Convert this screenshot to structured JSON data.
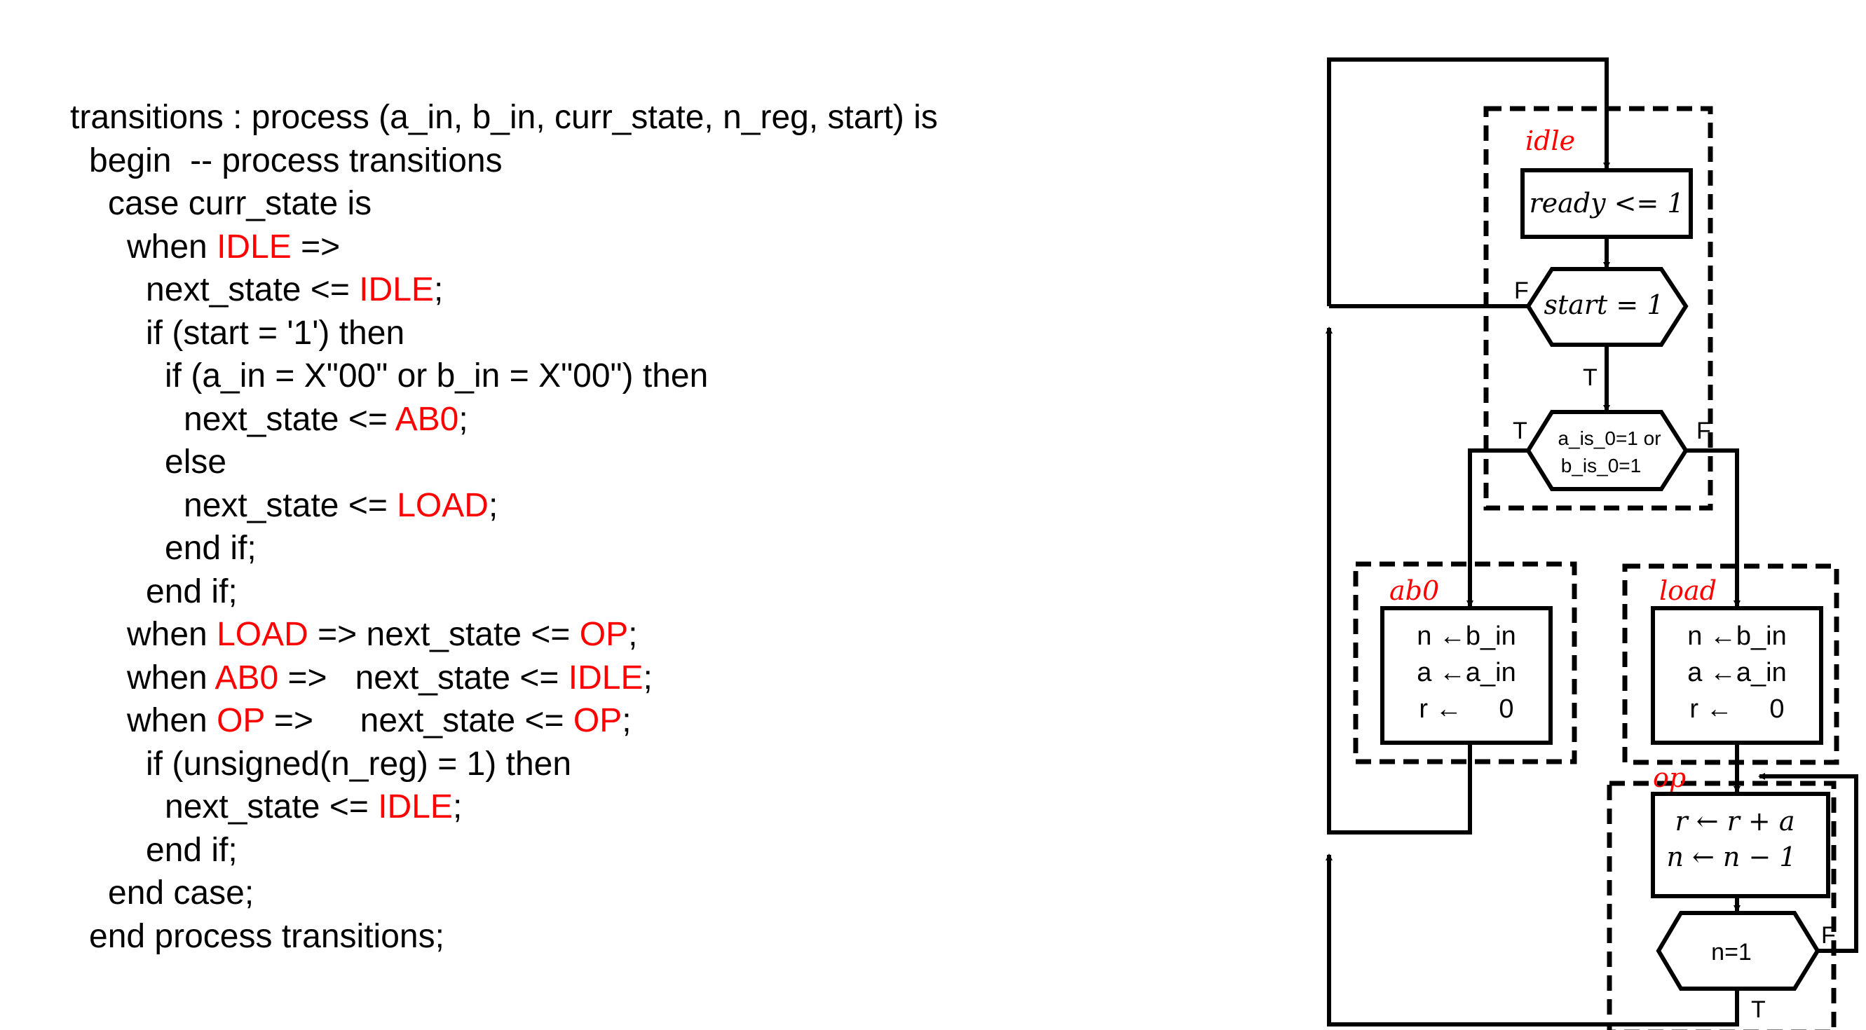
{
  "code": [
    {
      "indent": 0,
      "parts": [
        {
          "t": "transitions : process (a_in, b_in, curr_state, n_reg, start) is"
        }
      ]
    },
    {
      "indent": 1,
      "parts": [
        {
          "t": "begin  -- process transitions"
        }
      ]
    },
    {
      "indent": 2,
      "parts": [
        {
          "t": "case curr_state is"
        }
      ]
    },
    {
      "indent": 3,
      "parts": [
        {
          "t": "when "
        },
        {
          "t": "IDLE",
          "red": true
        },
        {
          "t": " =>"
        }
      ]
    },
    {
      "indent": 4,
      "parts": [
        {
          "t": "next_state <= "
        },
        {
          "t": "IDLE",
          "red": true
        },
        {
          "t": ";"
        }
      ]
    },
    {
      "indent": 4,
      "parts": [
        {
          "t": "if (start = '1') then"
        }
      ]
    },
    {
      "indent": 5,
      "parts": [
        {
          "t": "if (a_in = X\"00\" or b_in = X\"00\") then"
        }
      ]
    },
    {
      "indent": 6,
      "parts": [
        {
          "t": "next_state <= "
        },
        {
          "t": "AB0",
          "red": true
        },
        {
          "t": ";"
        }
      ]
    },
    {
      "indent": 5,
      "parts": [
        {
          "t": "else"
        }
      ]
    },
    {
      "indent": 6,
      "parts": [
        {
          "t": "next_state <= "
        },
        {
          "t": "LOAD",
          "red": true
        },
        {
          "t": ";"
        }
      ]
    },
    {
      "indent": 5,
      "parts": [
        {
          "t": "end if;"
        }
      ]
    },
    {
      "indent": 4,
      "parts": [
        {
          "t": "end if;"
        }
      ]
    },
    {
      "indent": 3,
      "parts": [
        {
          "t": "when "
        },
        {
          "t": "LOAD",
          "red": true
        },
        {
          "t": " => next_state <= "
        },
        {
          "t": "OP",
          "red": true
        },
        {
          "t": ";"
        }
      ]
    },
    {
      "indent": 3,
      "parts": [
        {
          "t": "when "
        },
        {
          "t": "AB0",
          "red": true
        },
        {
          "t": " =>   next_state <= "
        },
        {
          "t": "IDLE",
          "red": true
        },
        {
          "t": ";"
        }
      ]
    },
    {
      "indent": 3,
      "parts": [
        {
          "t": "when "
        },
        {
          "t": "OP",
          "red": true
        },
        {
          "t": " =>     next_state <= "
        },
        {
          "t": "OP",
          "red": true
        },
        {
          "t": ";"
        }
      ]
    },
    {
      "indent": 4,
      "parts": [
        {
          "t": "if (unsigned(n_reg) = 1) then"
        }
      ]
    },
    {
      "indent": 5,
      "parts": [
        {
          "t": "next_state <= "
        },
        {
          "t": "IDLE",
          "red": true
        },
        {
          "t": ";"
        }
      ]
    },
    {
      "indent": 4,
      "parts": [
        {
          "t": "end if;"
        }
      ]
    },
    {
      "indent": 2,
      "parts": [
        {
          "t": "end case;"
        }
      ]
    },
    {
      "indent": 1,
      "parts": [
        {
          "t": "end process transitions;"
        }
      ]
    }
  ],
  "diagram": {
    "states": {
      "idle": "idle",
      "ab0": "ab0",
      "load": "load",
      "op": "op"
    },
    "idle_box": "ready <= 1",
    "start_decision": "start = 1",
    "zero_decision_line1": "a_is_0=1 or",
    "zero_decision_line2": "b_is_0=1",
    "ab0_box": {
      "line1": "n ←b_in",
      "line2": "a ←a_in",
      "line3": "r ←     0"
    },
    "load_box": {
      "line1": "n ←b_in",
      "line2": "a ←a_in",
      "line3": "r ←     0"
    },
    "op_box": {
      "line1": "r ← r + a",
      "line2": "n ← n − 1"
    },
    "n_decision": "n=1",
    "labels": {
      "true": "T",
      "false": "F"
    },
    "colors": {
      "state_label": "#ff0000",
      "lines": "#000000"
    }
  }
}
